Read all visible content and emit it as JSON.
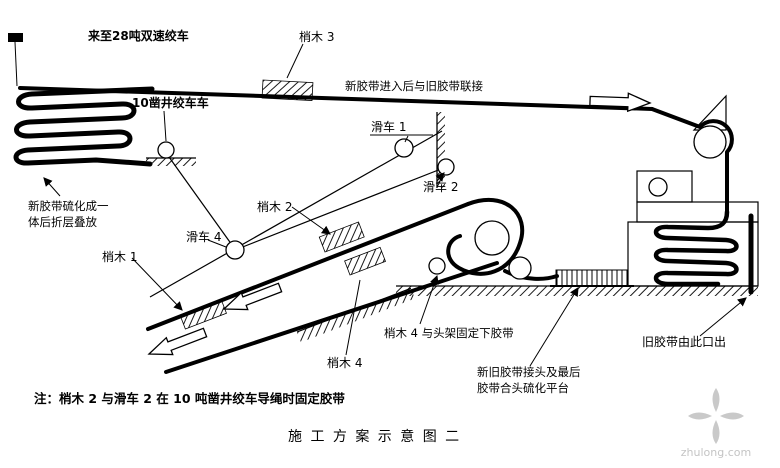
{
  "diagram": {
    "labels": {
      "winch_source": "来至28吨双速绞车",
      "timber3": "梢木 3",
      "belt_join": "新胶带进入后与旧胶带联接",
      "shaft_winch": "10凿井绞车车",
      "pulley1": "滑车 1",
      "pulley2": "滑车 2",
      "stack_line1": "新胶带硫化成一",
      "stack_line2": "体后折层叠放",
      "timber2": "梢木 2",
      "pulley4": "滑车 4",
      "timber1": "梢木 1",
      "timber4_fix": "梢木 4 与头架固定下胶带",
      "timber4": "梢木 4",
      "platform_line1": "新旧胶带接头及最后",
      "platform_line2": "胶带合头硫化平台",
      "old_belt_exit": "旧胶带由此口出"
    },
    "note": "注：梢木 2 与滑车 2 在 10 吨凿井绞车导绳时固定胶带",
    "title": "施 工 方 案 示 意 图 二",
    "colors": {
      "ink": "#000000",
      "watermark": "#c9c9c9"
    }
  },
  "watermark": {
    "text": "zhulong.com"
  }
}
